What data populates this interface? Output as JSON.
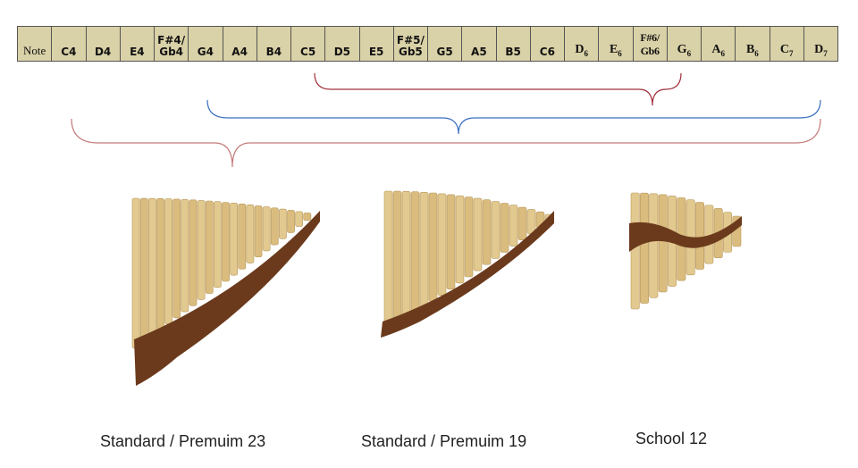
{
  "table": {
    "header": "Note",
    "notes": [
      {
        "t": "C4"
      },
      {
        "t": "D4"
      },
      {
        "t": "E4"
      },
      {
        "t": "F#4/",
        "b": "Gb4"
      },
      {
        "t": "G4"
      },
      {
        "t": "A4"
      },
      {
        "t": "B4"
      },
      {
        "t": "C5"
      },
      {
        "t": "D5"
      },
      {
        "t": "E5"
      },
      {
        "t": "F#5/",
        "b": "Gb5"
      },
      {
        "t": "G5"
      },
      {
        "t": "A5"
      },
      {
        "t": "B5"
      },
      {
        "t": "C6"
      },
      {
        "t": "D",
        "s": "6",
        "serif": true
      },
      {
        "t": "E",
        "s": "6",
        "serif": true
      },
      {
        "t": "F#6/",
        "b": "Gb6",
        "serif": true,
        "sharp": true
      },
      {
        "t": "G",
        "s": "6",
        "serif": true
      },
      {
        "t": "A",
        "s": "6",
        "serif": true
      },
      {
        "t": "B",
        "s": "6",
        "serif": true
      },
      {
        "t": "C",
        "s": "7",
        "serif": true
      },
      {
        "t": "D",
        "s": "7",
        "serif": true
      }
    ]
  },
  "colors": {
    "cell": "#d9d1a7",
    "brace_school": "#a0303a",
    "brace_19": "#3a6fbf",
    "brace_23": "#c47a7a",
    "wood": "#6b3a1c",
    "bamboo": "#e2c98f"
  },
  "flutes": [
    {
      "label": "Standard / Premuim 23",
      "pipes": 23
    },
    {
      "label": "Standard / Premuim 19",
      "pipes": 19
    },
    {
      "label": "School 12",
      "pipes": 12
    }
  ]
}
